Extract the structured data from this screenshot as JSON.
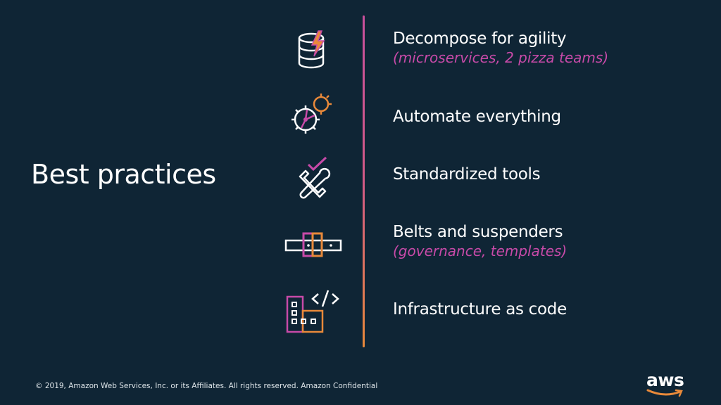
{
  "slide": {
    "title": "Best practices",
    "items": [
      {
        "title": "Decompose for agility",
        "subtitle": "(microservices, 2 pizza teams)",
        "icon": "database-lightning-icon"
      },
      {
        "title": "Automate everything",
        "subtitle": "",
        "icon": "gears-icon"
      },
      {
        "title": "Standardized tools",
        "subtitle": "",
        "icon": "tools-check-icon"
      },
      {
        "title": "Belts and suspenders",
        "subtitle": "(governance, templates)",
        "icon": "belt-icon"
      },
      {
        "title": "Infrastructure as code",
        "subtitle": "",
        "icon": "building-code-icon"
      }
    ]
  },
  "footer": {
    "copyright": "© 2019, Amazon Web Services, Inc. or its Affiliates. All rights reserved. Amazon Confidential"
  },
  "logo": {
    "text": "aws"
  },
  "colors": {
    "background": "#0f2535",
    "accent_pink": "#c74aa8",
    "accent_orange": "#e8893a"
  }
}
